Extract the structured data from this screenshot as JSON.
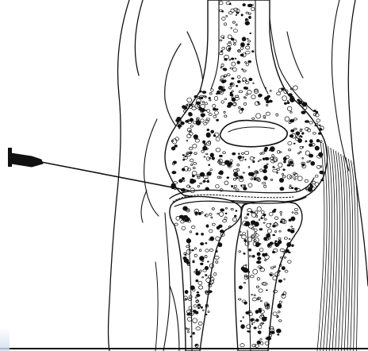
{
  "figure": {
    "subject": "elbow-joint-injection",
    "ink_color": "#111111",
    "paper_color": "#ffffff",
    "parts": [
      "humerus",
      "radius",
      "ulna",
      "olecranon-fossa",
      "joint-capsule",
      "muscles",
      "skin-contour",
      "syringe-needle"
    ]
  }
}
